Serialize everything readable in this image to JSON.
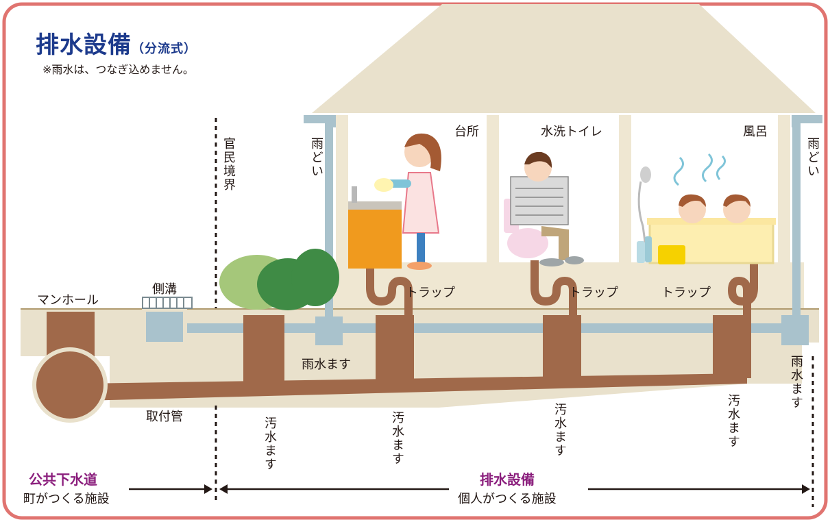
{
  "title": {
    "main": "排水設備",
    "sub": "（分流式）"
  },
  "note": "※雨水は、つなぎ込めません。",
  "labels": {
    "manhole": "マンホール",
    "side_ditch": "側溝",
    "boundary": "官民境界",
    "rain_gutter_left": "雨どい",
    "rain_gutter_right": "雨どい",
    "kitchen": "台所",
    "toilet": "水洗トイレ",
    "bath": "風呂",
    "trap_1": "トラップ",
    "trap_2": "トラップ",
    "trap_3": "トラップ",
    "rainwater_basin": "雨水ます",
    "rainwater_basin_right": "雨水ます",
    "connection_pipe": "取付管",
    "sewage_basin_1": "汚水ます",
    "sewage_basin_2": "汚水ます",
    "sewage_basin_3": "汚水ます",
    "sewage_basin_4": "汚水ます"
  },
  "legend": {
    "public": {
      "title": "公共下水道",
      "desc": "町がつくる施設"
    },
    "private": {
      "title": "排水設備",
      "desc": "個人がつくる施設"
    }
  },
  "colors": {
    "frame": "#e07470",
    "title": "#1c3a8c",
    "sewage_pipe": "#a0694a",
    "rain_pipe": "#a9c2cc",
    "ground": "#e9e1cc",
    "legend_title": "#8b1f7d"
  }
}
